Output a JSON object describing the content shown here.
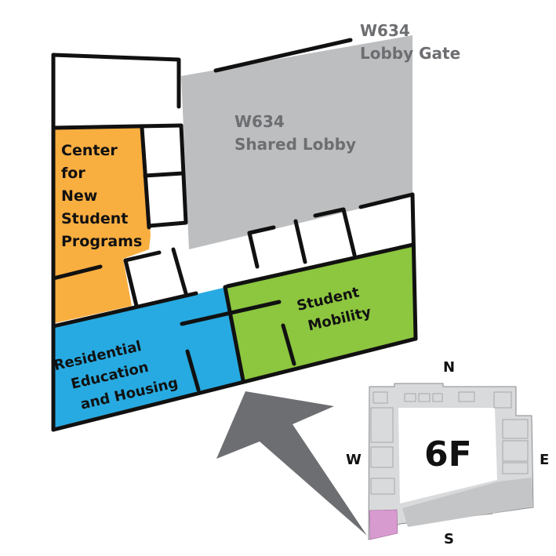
{
  "title": "6F Floor Map",
  "colors": {
    "orange": "#f9ae40",
    "blue": "#27aae1",
    "green": "#8dc63f",
    "lobby_grey": "#bcbec0",
    "label_grey": "#6d6e71",
    "arrow_grey": "#6d6e71",
    "highlight_pink": "#d89bd0"
  },
  "rooms": [
    {
      "id": "center-new-student-programs",
      "label_lines": [
        "Center",
        "for",
        "New",
        "Student",
        "Programs"
      ],
      "color": "orange"
    },
    {
      "id": "residential-education-housing",
      "label_lines": [
        "Residential",
        "Education",
        "and Housing"
      ],
      "color": "blue"
    },
    {
      "id": "student-mobility",
      "label_lines": [
        "Student",
        "Mobility"
      ],
      "color": "green"
    },
    {
      "id": "shared-lobby",
      "label_lines": [
        "W634",
        "Shared Lobby"
      ],
      "color": "lobby_grey"
    }
  ],
  "callouts": {
    "lobby_gate": {
      "line1": "W634",
      "line2": "Lobby Gate"
    }
  },
  "minimap": {
    "floor_label": "6F",
    "compass": {
      "north": "N",
      "south": "S",
      "east": "E",
      "west": "W"
    }
  }
}
